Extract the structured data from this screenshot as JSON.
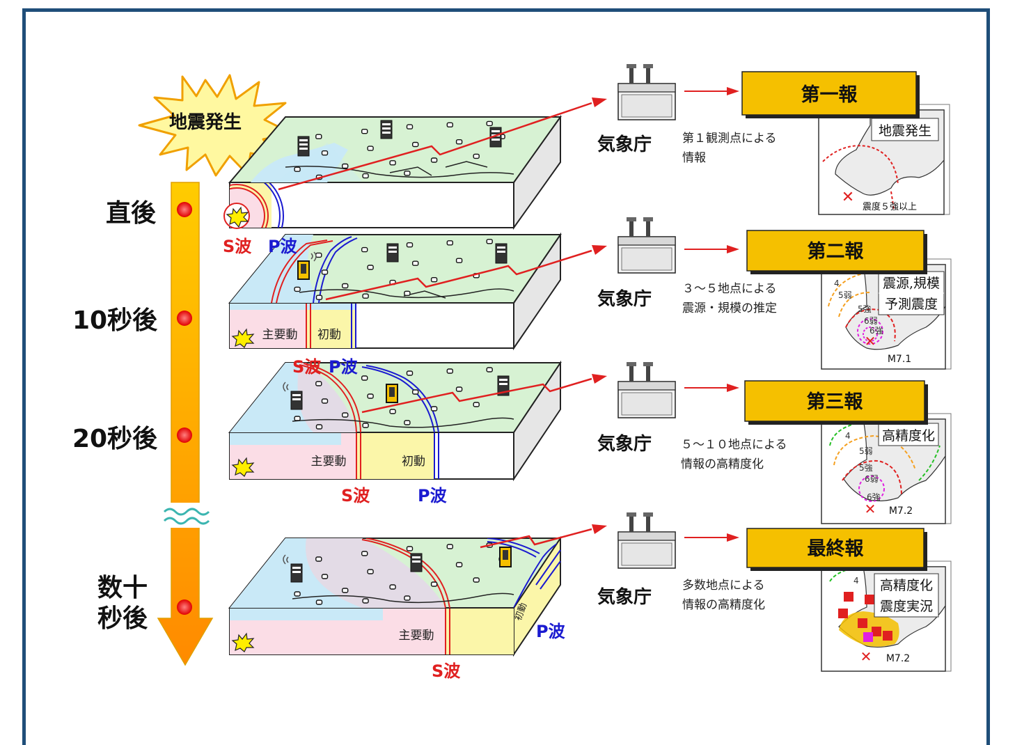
{
  "start_label": "地震発生",
  "timeline": [
    {
      "label": "直後"
    },
    {
      "label": "10秒後"
    },
    {
      "label": "20秒後"
    },
    {
      "label_line1": "数十",
      "label_line2": "秒後"
    }
  ],
  "wave_labels": {
    "s": "S波",
    "p": "P波"
  },
  "zone_labels": {
    "main": "主要動",
    "initial": "初動"
  },
  "agency": "気象庁",
  "stages": [
    {
      "report": "第一報",
      "desc1": "第１観測点による",
      "desc2": "情報",
      "map_label1": "地震発生",
      "map_note": "震度５強以上"
    },
    {
      "report": "第二報",
      "desc1": "３～５地点による",
      "desc2": "震源・規模の推定",
      "map_label1": "震源,規模",
      "map_label2": "予測震度",
      "magnitude": "M7.1",
      "intensity_labels": [
        "4",
        "5弱",
        "5強",
        "6弱",
        "6強"
      ]
    },
    {
      "report": "第三報",
      "desc1": "５～１０地点による",
      "desc2": "情報の高精度化",
      "map_label1": "高精度化",
      "magnitude": "M7.2",
      "intensity_labels": [
        "4",
        "5弱",
        "5強",
        "6弱",
        "6強"
      ]
    },
    {
      "report": "最終報",
      "desc1": "多数地点による",
      "desc2": "情報の高精度化",
      "map_label1": "高精度化",
      "map_label2": "震度実況",
      "magnitude": "M7.2",
      "intensity_labels": [
        "4"
      ]
    }
  ],
  "colors": {
    "frame": "#1f4e79",
    "s_wave": "#e02020",
    "p_wave": "#1a1ad0",
    "report_box": "#f5c000",
    "arrow_gradient_top": "#ffcc00",
    "arrow_gradient_bottom": "#ff8a00",
    "marker": "#e00000",
    "land": "#d7f2d3",
    "main_zone": "#fbdde6",
    "initial_zone": "#fbf6a9"
  },
  "icons": [
    "explosion-burst-icon",
    "seismometer-station-icon",
    "jma-building-icon",
    "epicenter-x-icon",
    "timeline-break-icon"
  ]
}
